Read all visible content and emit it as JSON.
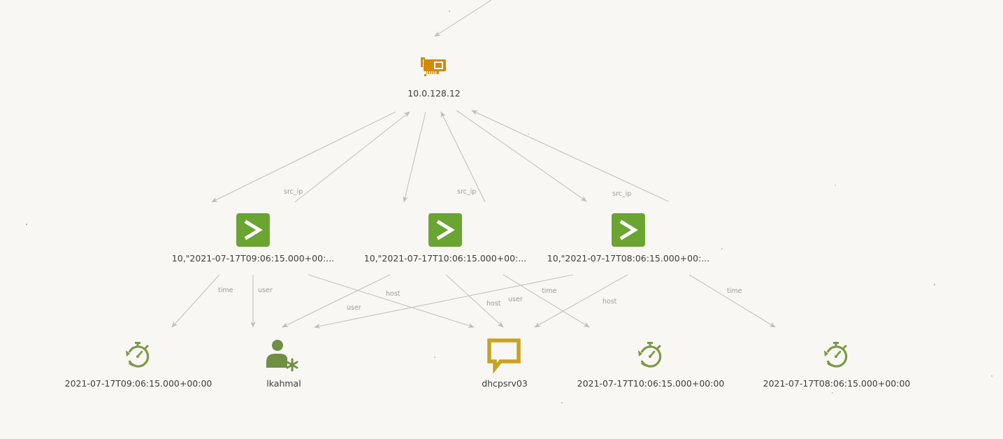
{
  "colors": {
    "event_node": "#6aa532",
    "ip_node": "#d28a0c",
    "host_node": "#c9a320",
    "time_node": "#7c9a45",
    "user_node": "#6f8f45",
    "edge": "#c2c2c2",
    "edge_label": "#9a9a9a",
    "text": "#3d3d3d",
    "background": "#f8f7f3"
  },
  "nodes": {
    "ip": {
      "label": "10.0.128.12",
      "icon": "network-card-icon"
    },
    "event1": {
      "label": "10,\"2021-07-17T09:06:15.000+00:...",
      "icon": "splunk-event-icon"
    },
    "event2": {
      "label": "10,\"2021-07-17T10:06:15.000+00:...",
      "icon": "splunk-event-icon"
    },
    "event3": {
      "label": "10,\"2021-07-17T08:06:15.000+00:...",
      "icon": "splunk-event-icon"
    },
    "time1": {
      "label": "2021-07-17T09:06:15.000+00:00",
      "icon": "stopwatch-icon"
    },
    "user": {
      "label": "lkahmal",
      "icon": "user-icon"
    },
    "host": {
      "label": "dhcpsrv03",
      "icon": "chat-bubble-icon"
    },
    "time2": {
      "label": "2021-07-17T10:06:15.000+00:00",
      "icon": "stopwatch-icon"
    },
    "time3": {
      "label": "2021-07-17T08:06:15.000+00:00",
      "icon": "stopwatch-icon"
    }
  },
  "edge_labels": {
    "src_ip_1": "src_ip",
    "src_ip_2": "src_ip",
    "src_ip_3": "src_ip",
    "time_1": "time",
    "user_1": "user",
    "host_1": "host",
    "user_2": "user",
    "host_2": "host",
    "user_3": "user",
    "time_2": "time",
    "host_3": "host",
    "time_3": "time"
  }
}
